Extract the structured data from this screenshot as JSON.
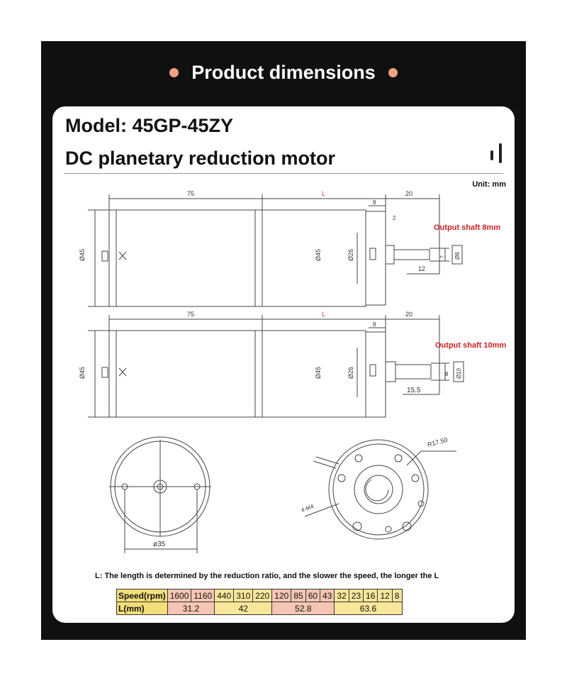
{
  "header": {
    "title": "Product dimensions"
  },
  "model": "Model: 45GP-45ZY",
  "subtitle": "DC planetary reduction motor",
  "unit": "Unit: mm",
  "drawing1": {
    "len_body": "75",
    "len_gear": "L",
    "len_shaft": "20",
    "d1": "8",
    "d2": "2",
    "dia_body": "Ø45",
    "dia_gear": "Ø45",
    "dia_boss": "Ø26",
    "flat": "7",
    "dia_shaft": "Ø8",
    "shaft_len": "12",
    "shaft_label": "Output shaft 8mm"
  },
  "drawing2": {
    "len_body": "75",
    "len_gear": "L",
    "len_shaft": "20",
    "d1": "8",
    "dia_body": "Ø45",
    "dia_gear": "Ø45",
    "dia_boss": "Ø26",
    "flat": "8",
    "dia_shaft": "Ø10",
    "shaft_len": "15.5",
    "shaft_label": "Output shaft 10mm"
  },
  "rear_view": {
    "pitch": "ø35"
  },
  "front_view": {
    "radius": "R17.50",
    "holes": "4-M4"
  },
  "note": "L: The length is determined by the reduction ratio, and the slower the speed, the longer the L",
  "table": {
    "speed_label": "Speed(rpm)",
    "length_label": "L(mm)",
    "speeds": [
      "1600",
      "1160",
      "440",
      "310",
      "220",
      "120",
      "85",
      "60",
      "43",
      "32",
      "23",
      "16",
      "12",
      "8"
    ],
    "groups": [
      {
        "length": "31.2",
        "span": 2,
        "color": "p"
      },
      {
        "length": "42",
        "span": 3,
        "color": "y"
      },
      {
        "length": "52.8",
        "span": 4,
        "color": "p"
      },
      {
        "length": "63.6",
        "span": 5,
        "color": "y"
      }
    ]
  },
  "colors": {
    "frame": "#101010",
    "dot": "#f2a283",
    "shaft_label": "#cc2222",
    "table_pink": "#f6c6b4",
    "table_yellow": "#f8e79a"
  }
}
